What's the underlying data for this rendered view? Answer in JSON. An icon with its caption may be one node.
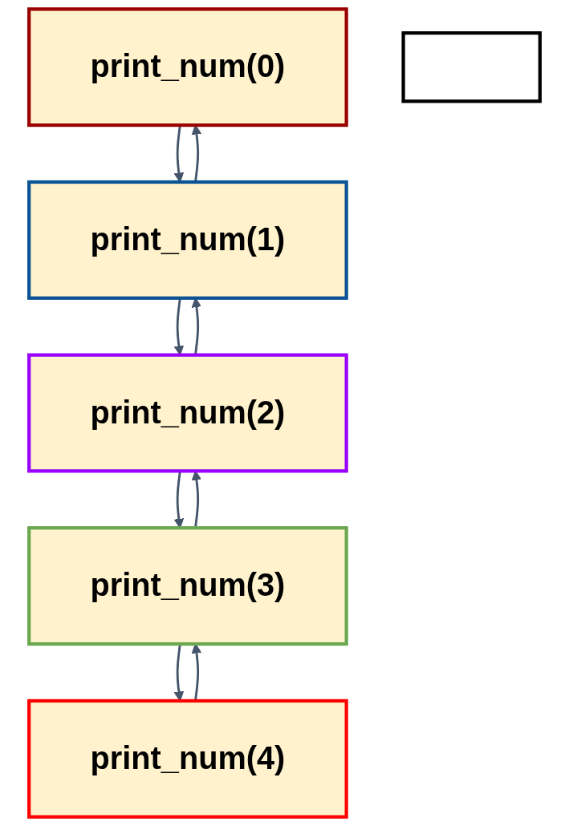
{
  "diagram": {
    "nodes": [
      {
        "text": [
          "print_num(0)"
        ]
      },
      {
        "text": [
          "print_num(1)"
        ]
      },
      {
        "text": [
          "print_num(2)"
        ]
      },
      {
        "text": [
          "print_num(3)"
        ]
      },
      {
        "text": [
          "print_num(4)"
        ]
      },
      {
        "text": [],
        "shape": "box"
      }
    ],
    "edges": [
      {
        "from": 1,
        "to": 0,
        "arrow": "to"
      },
      {
        "from": 0,
        "to": 1,
        "arrow": "to"
      },
      {
        "from": 2,
        "to": 1,
        "arrow": "to"
      },
      {
        "from": 1,
        "to": 2,
        "arrow": "to"
      },
      {
        "from": 3,
        "to": 2,
        "arrow": "to"
      },
      {
        "from": 2,
        "to": 3,
        "arrow": "to"
      },
      {
        "from": 4,
        "to": 3,
        "arrow": "to"
      },
      {
        "from": 3,
        "to": 4,
        "arrow": "to"
      }
    ]
  }
}
